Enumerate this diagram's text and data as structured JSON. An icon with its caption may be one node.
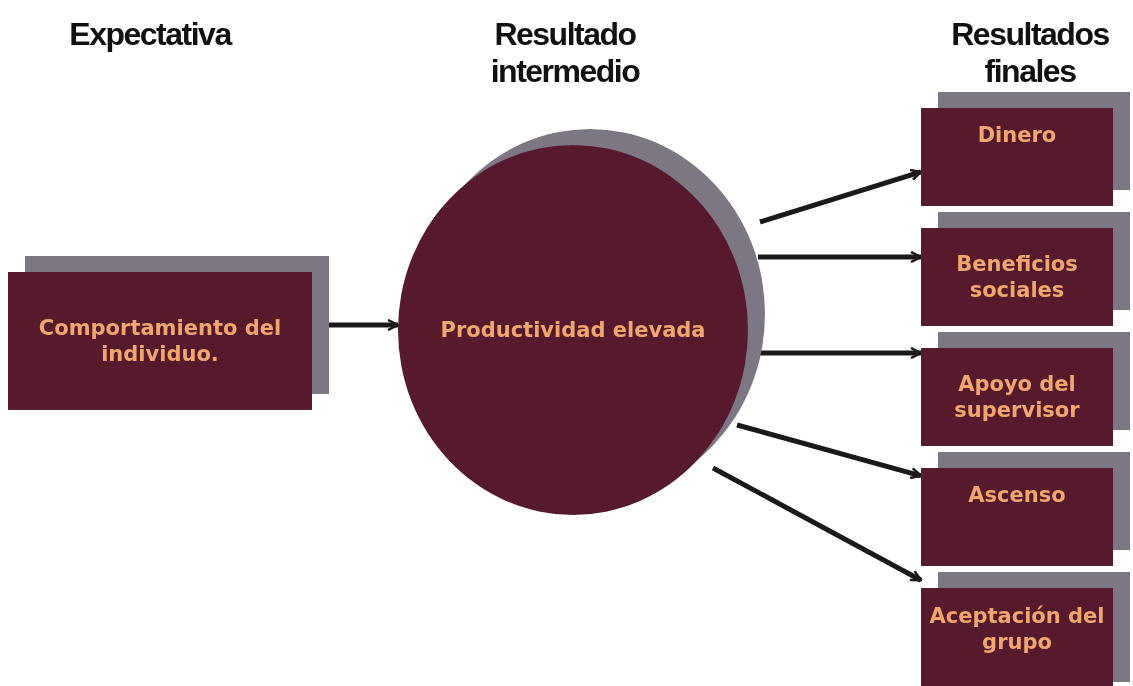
{
  "diagram": {
    "nodes": [
      {
        "text": [
          "Comportamiento del individuo."
        ]
      },
      {
        "text": [
          "Productividad elevada"
        ]
      },
      {
        "text": [
          "Dinero"
        ]
      },
      {
        "text": [
          "Beneficios sociales"
        ]
      },
      {
        "text": [
          "Apoyo del supervisor"
        ]
      },
      {
        "text": [
          "Ascenso"
        ]
      },
      {
        "text": [
          "Aceptación del grupo"
        ]
      }
    ],
    "edges": [
      {
        "from": 0,
        "to": 1,
        "arrow": "to"
      },
      {
        "from": 1,
        "to": 2,
        "arrow": "to"
      },
      {
        "from": 1,
        "to": 3,
        "arrow": "to"
      },
      {
        "from": 1,
        "to": 4,
        "arrow": "to"
      },
      {
        "from": 1,
        "to": 5,
        "arrow": "to"
      },
      {
        "from": 1,
        "to": 6,
        "arrow": "to"
      }
    ],
    "labels": [
      "Expectativa",
      "Resultado intermedio",
      "Resultados finales"
    ]
  }
}
